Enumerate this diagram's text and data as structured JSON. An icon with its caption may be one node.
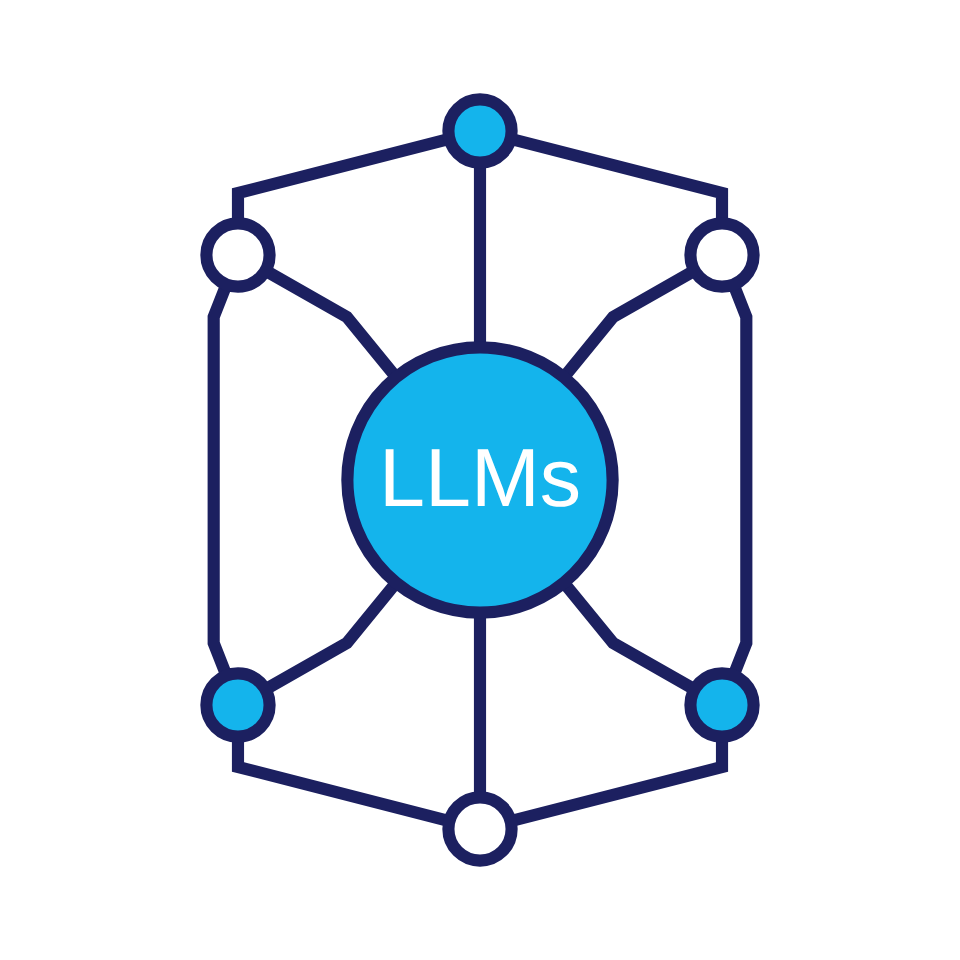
{
  "diagram": {
    "nodes": [
      {
        "text": [],
        "shape": "circle"
      },
      {
        "text": [],
        "shape": "circle"
      },
      {
        "text": [],
        "shape": "circle"
      },
      {
        "text": [
          "LLMs"
        ]
      },
      {
        "text": [],
        "shape": "circle"
      },
      {
        "text": [],
        "shape": "circle"
      },
      {
        "text": [],
        "shape": "circle"
      }
    ],
    "edges": [
      {
        "from": 0,
        "to": 1,
        "arrow": "none"
      },
      {
        "from": 0,
        "to": 3,
        "arrow": "none"
      },
      {
        "from": 0,
        "to": 2,
        "arrow": "none"
      },
      {
        "from": 1,
        "to": 4,
        "arrow": "none"
      },
      {
        "from": 1,
        "to": 3,
        "arrow": "none"
      },
      {
        "from": 2,
        "to": 3,
        "arrow": "none"
      },
      {
        "from": 2,
        "to": 5,
        "arrow": "none"
      },
      {
        "from": 3,
        "to": 4,
        "arrow": "none"
      },
      {
        "from": 3,
        "to": 6,
        "arrow": "none"
      },
      {
        "from": 3,
        "to": 5,
        "arrow": "none"
      },
      {
        "from": 4,
        "to": 6,
        "arrow": "none"
      },
      {
        "from": 5,
        "to": 6,
        "arrow": "none"
      }
    ]
  }
}
